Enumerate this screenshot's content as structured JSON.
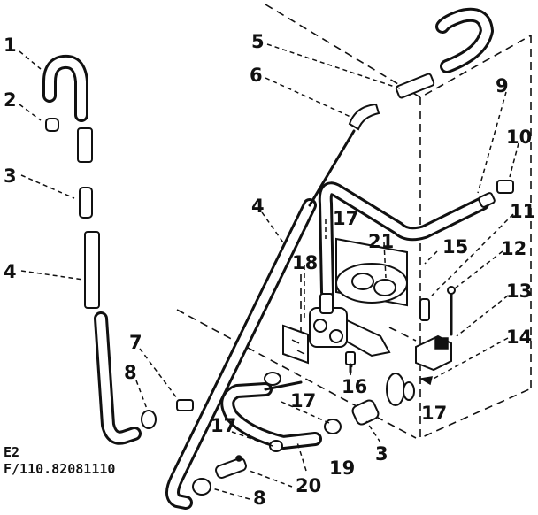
{
  "diagram": {
    "reference": {
      "line1": "E2",
      "line2": "F/110.82081110"
    },
    "callouts": {
      "c1": "1",
      "c2": "2",
      "c3a": "3",
      "c3b": "3",
      "c4a": "4",
      "c4b": "4",
      "c5": "5",
      "c6": "6",
      "c7": "7",
      "c8a": "8",
      "c8b": "8",
      "c9": "9",
      "c10": "10",
      "c11": "11",
      "c12": "12",
      "c13": "13",
      "c14": "14",
      "c15": "15",
      "c16": "16",
      "c17a": "17",
      "c17b": "17",
      "c17c": "17",
      "c17d": "17",
      "c18": "18",
      "c19": "19",
      "c20": "20",
      "c21": "21"
    }
  }
}
